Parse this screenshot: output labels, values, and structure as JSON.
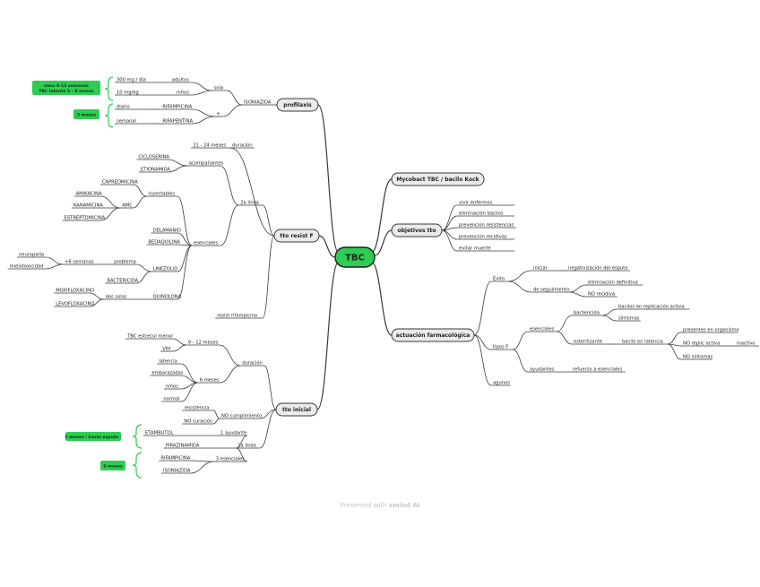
{
  "colors": {
    "line": "#3a3a3a",
    "central_fill": "#2ecc52",
    "central_border": "#1e1e1e",
    "main_fill": "#ebebeb",
    "main_border": "#3a3a3a",
    "note_fill": "#2ecc52",
    "text": "#222222"
  },
  "central": {
    "label": "TBC"
  },
  "main_nodes": [
    {
      "key": "profilaxis",
      "label": "profilaxis"
    },
    {
      "key": "resist",
      "label": "tto resist F"
    },
    {
      "key": "inicial",
      "label": "tto inicial"
    },
    {
      "key": "myco",
      "label": "Mycobact TBC / bacilo Kock"
    },
    {
      "key": "objetivos",
      "label": "objetivos tto"
    },
    {
      "key": "actuacion",
      "label": "actuación farmacológica"
    }
  ],
  "labels": {
    "isoniazida": "ISONIAZIDA",
    "sola": "sola",
    "adultos": "adultos",
    "dosis_adultos": "300 mg / día",
    "ninos": "niños",
    "dosis_ninos": "10 mg/kg",
    "plus": "+",
    "diario": "diario",
    "rifampicina": "RIFAMPICINA",
    "semanal": "semanal",
    "rifapentina": "RIFAPENTINA",
    "duracion": "duración",
    "duracion_val": "21 - 24 meses",
    "lineas2": "2a línea",
    "acompanantes": "acompañantes",
    "cicloserina": "CICLOSERINA",
    "etionamida": "ETIONAMIDA",
    "esenciales": "esenciales",
    "inyectables": "inyectables",
    "capreomicina": "CAPREOMICINA",
    "amc": "AMC",
    "amikacina": "AMIKACINA",
    "kanamicina": "KANAMICINA",
    "estreptomicina": "ESTREPTOMICINA",
    "delamanid": "DELAMANID",
    "bedaquilina": "BEDAQUILINA",
    "linezolid": "LINEZOLID",
    "problema": "problema",
    "semanas6": "+6 semanas",
    "neuropatia": "neuropatía",
    "mielotox": "mielotoxicidad",
    "bactericida": "BACTERICIDA",
    "quinolona": "QUINOLONA",
    "dos_solas": "dos solas",
    "moxifloxacino": "MOXIFLOXACINO",
    "levofloxacino": "LEVOFLOXACINO",
    "resist_rif": "resist rifampicina",
    "duracion2": "duración",
    "meses9_12": "9 - 12 meses",
    "tbc_menor": "TBC estrecul menor",
    "vih": "VIH",
    "meses6": "6 meses",
    "latencia": "latencia",
    "embarazadas": "embarazadas",
    "ninos2": "niños",
    "normal": "normal",
    "no_cumplimiento": "NO cumplimiento",
    "resistencia": "resistencia",
    "no_curacion": "NO curación",
    "lineas1": "1a línea",
    "ayudante": "1 ayudante",
    "etambutol": "ETAMBUTOL",
    "pirazinamida": "PIRAZINAMIDA",
    "esenciales3": "3 esenciales",
    "rifampicina2": "RIFAMPICINA",
    "isoniazida2": "ISONIAZIDA",
    "vivir_enfermos": "vivir enfermos",
    "elim_bacilos": "eliminación bacilos",
    "prev_resist": "prevención resistencias",
    "prev_recidivas": "prevención recidivas",
    "evitar_muerte": "evitar muerte",
    "exito": "Éxito",
    "inicial": "inicial",
    "neg_esputo": "negativización del esputo",
    "de_seguimiento": "de seguimiento",
    "elim_definitiva": "eliminación definitiva",
    "no_recidiva": "NO recidiva",
    "tipos": "tipos F",
    "esenciales_a": "esenciales",
    "bactericida2": "bactericida",
    "bacilos_replic": "bacilos en replicación activa",
    "sintomas": "síntomas",
    "esterilizante": "esterilizante",
    "bacilo_latencia": "bacilo en latencia",
    "presentes": "presentes en organismo",
    "no_replic": "NO replic activa",
    "inactivo": "inactivo",
    "no_sintomas": "NO síntomas",
    "ayudantes": "ayudantes",
    "refuerzo": "refuerzo a esenciales",
    "agunos": "agunos"
  },
  "notes": {
    "profilaxis_sano": "sano 6-12 semanas\nTBC latente 6 - 9 meses",
    "profilaxis_3m": "3 meses",
    "inicial_2m": "2 meses / hasta esputo -",
    "inicial_6m": "6 meses"
  },
  "watermark": {
    "prefix": "Presented with ",
    "brand": "xmind AI"
  }
}
